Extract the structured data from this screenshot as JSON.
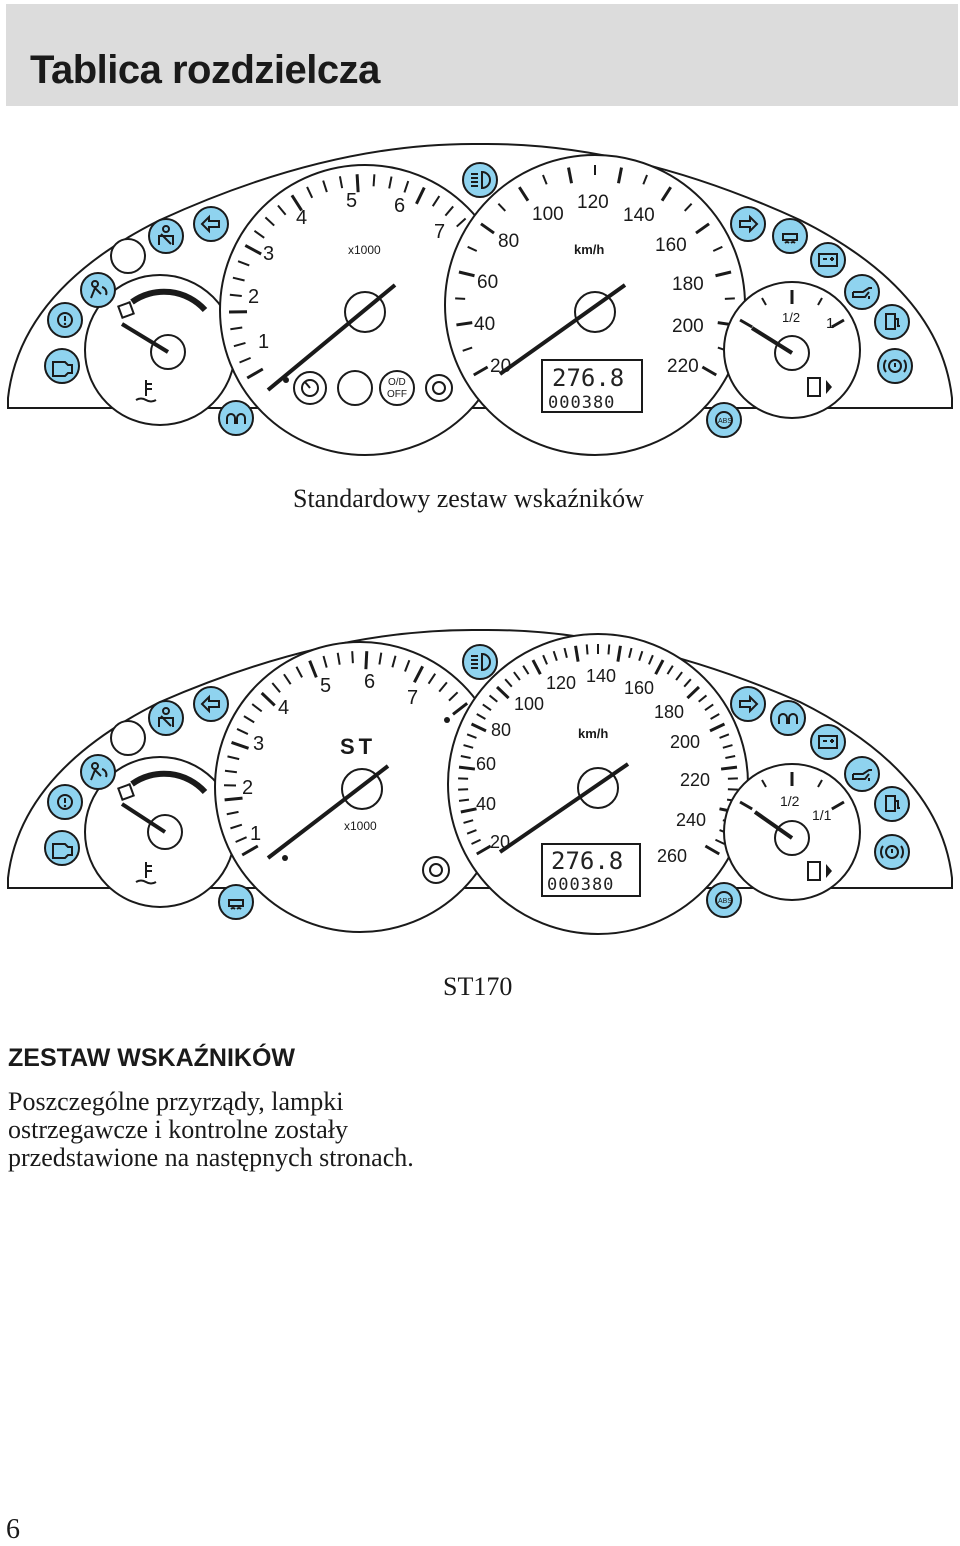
{
  "header": {
    "title": "Tablica rozdzielcza"
  },
  "colors": {
    "lamp_fill": "#8fd3ef",
    "outline": "#1a1a1a",
    "header_bg": "#dcdcdc"
  },
  "cluster_standard": {
    "caption": "Standardowy zestaw wskaźników",
    "tach_labels": [
      "1",
      "2",
      "3",
      "4",
      "5",
      "6",
      "7"
    ],
    "tach_unit": "x1000",
    "speed_labels": [
      "20",
      "40",
      "60",
      "80",
      "100",
      "120",
      "140",
      "160",
      "180",
      "200",
      "220"
    ],
    "speed_unit": "km/h",
    "fuel_labels": [
      "1/2",
      "1"
    ],
    "odometer_trip": "276.8",
    "odometer_total": "000380",
    "od_button_line1": "O/D",
    "od_button_line2": "OFF",
    "abs_label": "ABS",
    "lamps": [
      "glow-plug-icon",
      "engine-check-icon",
      "warning-light-icon",
      "airbag-icon",
      "seatbelt-icon",
      "left-turn-icon",
      "headlight-icon",
      "right-turn-icon",
      "traction-control-icon",
      "battery-icon",
      "oil-pressure-icon",
      "fuel-filler-icon",
      "brake-warning-icon",
      "abs-icon"
    ]
  },
  "cluster_st": {
    "caption": "ST170",
    "tach_labels": [
      "1",
      "2",
      "3",
      "4",
      "5",
      "6",
      "7"
    ],
    "tach_unit": "x1000",
    "brand": "ST",
    "speed_labels": [
      "20",
      "40",
      "60",
      "80",
      "100",
      "120",
      "140",
      "160",
      "180",
      "200",
      "220",
      "240",
      "260"
    ],
    "speed_unit": "km/h",
    "fuel_labels": [
      "1/2",
      "1/1"
    ],
    "odometer_trip": "276.8",
    "odometer_total": "000380",
    "abs_label": "ABS",
    "lamps": [
      "engine-check-icon",
      "warning-light-icon",
      "airbag-icon",
      "seatbelt-icon",
      "left-turn-icon",
      "headlight-icon",
      "right-turn-icon",
      "glow-plug-icon",
      "battery-icon",
      "oil-pressure-icon",
      "fuel-filler-icon",
      "brake-warning-icon",
      "traction-control-icon",
      "abs-icon"
    ]
  },
  "section": {
    "heading": "ZESTAW WSKAŹNIKÓW",
    "body_lines": [
      "Poszczególne przyrządy, lampki",
      "ostrzegawcze i kontrolne zostały",
      "przedstawione na następnych stronach."
    ]
  },
  "page_number": "6"
}
